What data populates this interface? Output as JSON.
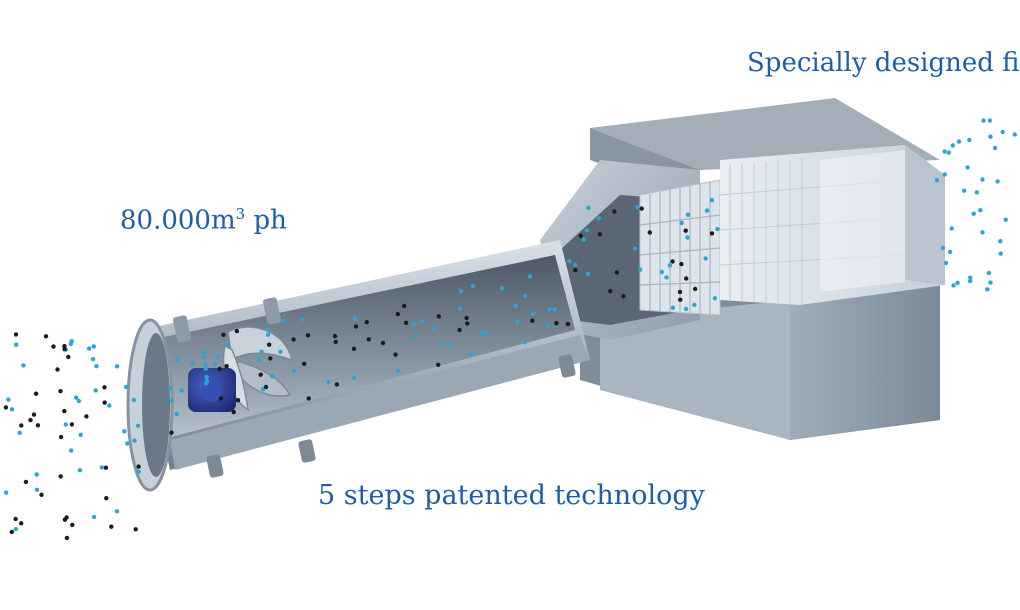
{
  "labels": {
    "flow_rate": "80.000m",
    "flow_rate_superscript": "3",
    "flow_rate_unit": " ph",
    "technology": "5 steps patented technology",
    "filter": "Specially designed filter"
  },
  "colors": {
    "text": "#1d5ea8",
    "particle_blue": "#2aa6d6",
    "particle_black": "#1c1c1c",
    "metal_light": "#c9d2db",
    "metal_mid": "#9aa7b4",
    "metal_dark": "#5f6c79",
    "motor": "#2d3f9c"
  },
  "icons": {
    "fan": "fan-blades-icon",
    "motor": "motor-icon"
  }
}
